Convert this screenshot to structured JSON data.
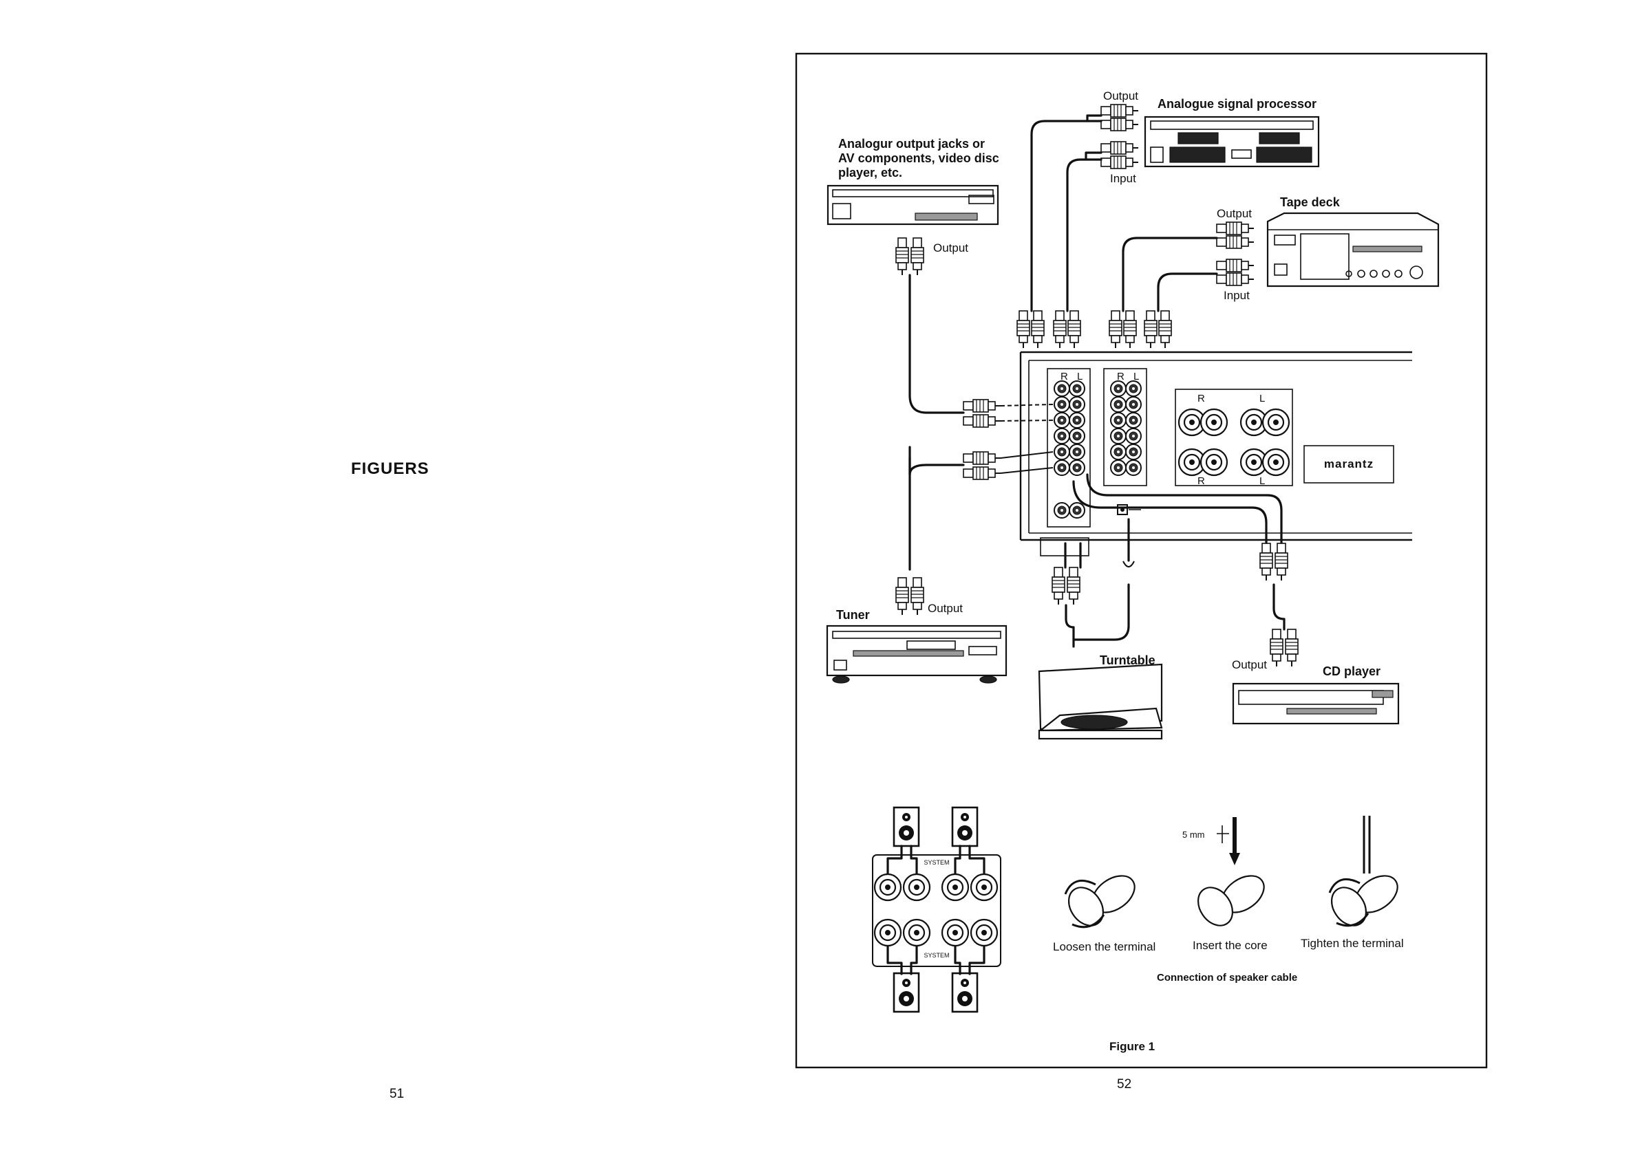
{
  "page": {
    "heading": "FIGUERS",
    "left_page_number": "51",
    "right_page_number": "52"
  },
  "figure": {
    "caption": "Figure 1",
    "components": {
      "analogue_signal_processor": {
        "label": "Analogue signal processor",
        "output": "Output",
        "input": "Input"
      },
      "av_components": {
        "label_lines": [
          "Analogur output jacks or",
          "AV components, video disc",
          "player, etc."
        ],
        "output": "Output"
      },
      "tape_deck": {
        "label": "Tape deck",
        "output": "Output",
        "input": "Input"
      },
      "tuner": {
        "label": "Tuner",
        "output": "Output"
      },
      "turntable": {
        "label": "Turntable"
      },
      "cd_player": {
        "label": "CD player",
        "output": "Output"
      }
    },
    "amplifier": {
      "jack_channel_r": "R",
      "jack_channel_l": "L",
      "speaker_terminal_r": "R",
      "speaker_terminal_l": "L",
      "brand": "marantz"
    },
    "speaker_panel": {
      "system_label": "SYSTEM"
    },
    "speaker_cable": {
      "title": "Connection of speaker cable",
      "dimension": "5 mm",
      "steps": [
        "Loosen the terminal",
        "Insert the core",
        "Tighten the terminal"
      ]
    }
  }
}
